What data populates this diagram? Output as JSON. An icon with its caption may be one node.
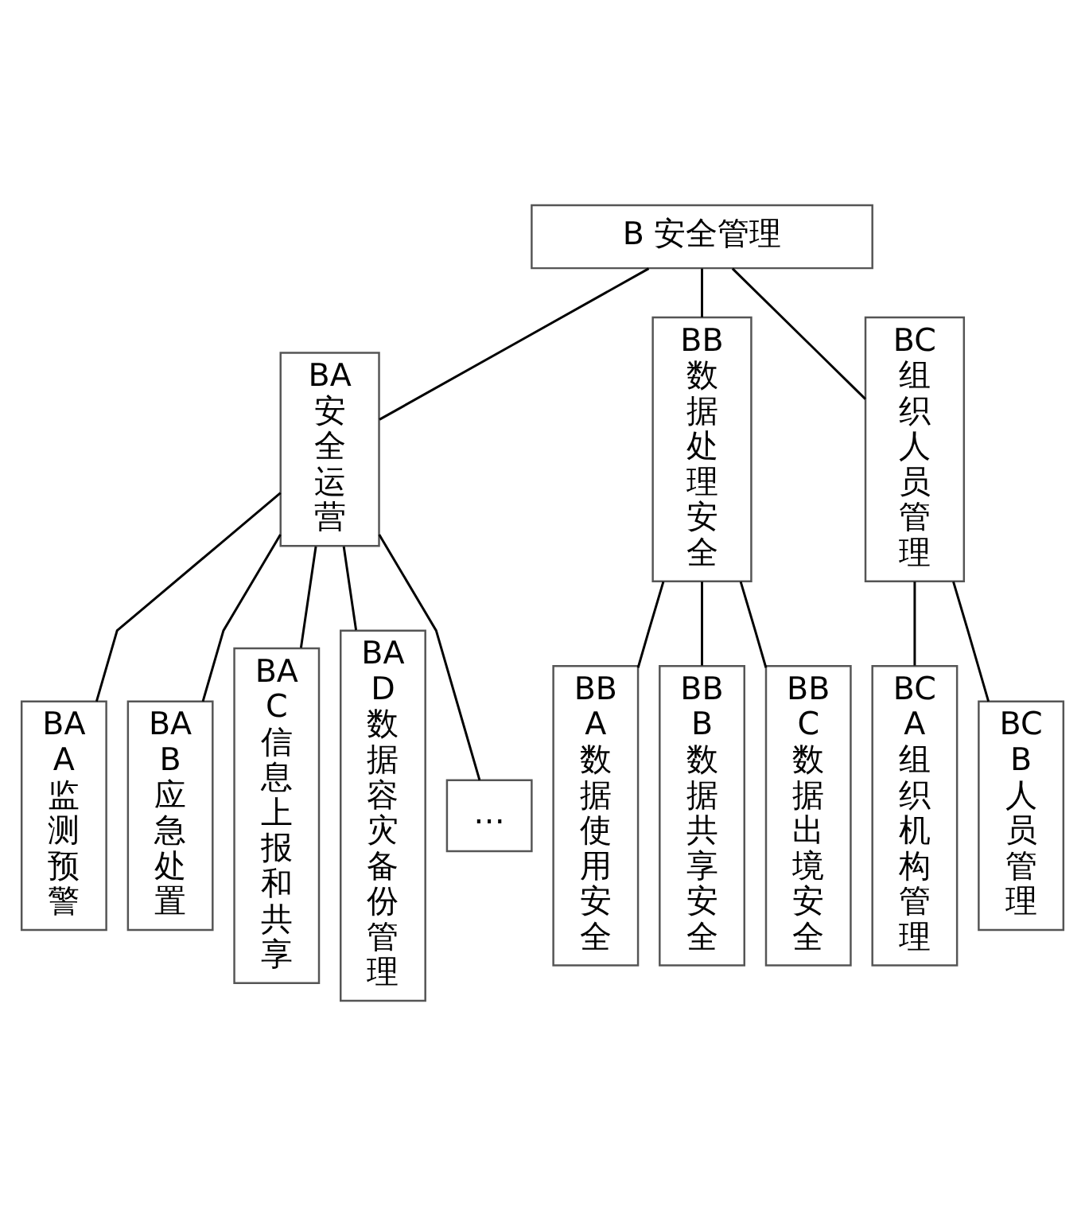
{
  "diagram": {
    "nodes": [
      {
        "text": [
          "B 安全管理"
        ]
      },
      {
        "text": [
          "BA安全运营"
        ]
      },
      {
        "text": [
          "BB数据处理安全"
        ]
      },
      {
        "text": [
          "BC组织人员管理"
        ]
      },
      {
        "text": [
          "BAA监测预警"
        ]
      },
      {
        "text": [
          "BAB应急处置"
        ]
      },
      {
        "text": [
          "BAC信息上报和共享"
        ]
      },
      {
        "text": [
          "BAD数据容灾备份管理"
        ]
      },
      {
        "text": [
          "…"
        ]
      },
      {
        "text": [
          "BBA数据使用安全"
        ]
      },
      {
        "text": [
          "BBB数据共享安全"
        ]
      },
      {
        "text": [
          "BBC数据出境安全"
        ]
      },
      {
        "text": [
          "BCA组织机构管理"
        ]
      },
      {
        "text": [
          "BCB人员管理"
        ]
      }
    ],
    "edges": [
      {
        "from": 0,
        "to": 1,
        "arrow": "none"
      },
      {
        "from": 0,
        "to": 2,
        "arrow": "none"
      },
      {
        "from": 0,
        "to": 3,
        "arrow": "none"
      },
      {
        "from": 1,
        "to": 4,
        "arrow": "none"
      },
      {
        "from": 1,
        "to": 5,
        "arrow": "none"
      },
      {
        "from": 1,
        "to": 6,
        "arrow": "none"
      },
      {
        "from": 1,
        "to": 7,
        "arrow": "none"
      },
      {
        "from": 1,
        "to": 8,
        "arrow": "none"
      },
      {
        "from": 2,
        "to": 9,
        "arrow": "none"
      },
      {
        "from": 2,
        "to": 10,
        "arrow": "none"
      },
      {
        "from": 2,
        "to": 11,
        "arrow": "none"
      },
      {
        "from": 3,
        "to": 12,
        "arrow": "none"
      },
      {
        "from": 3,
        "to": 13,
        "arrow": "none"
      }
    ]
  }
}
